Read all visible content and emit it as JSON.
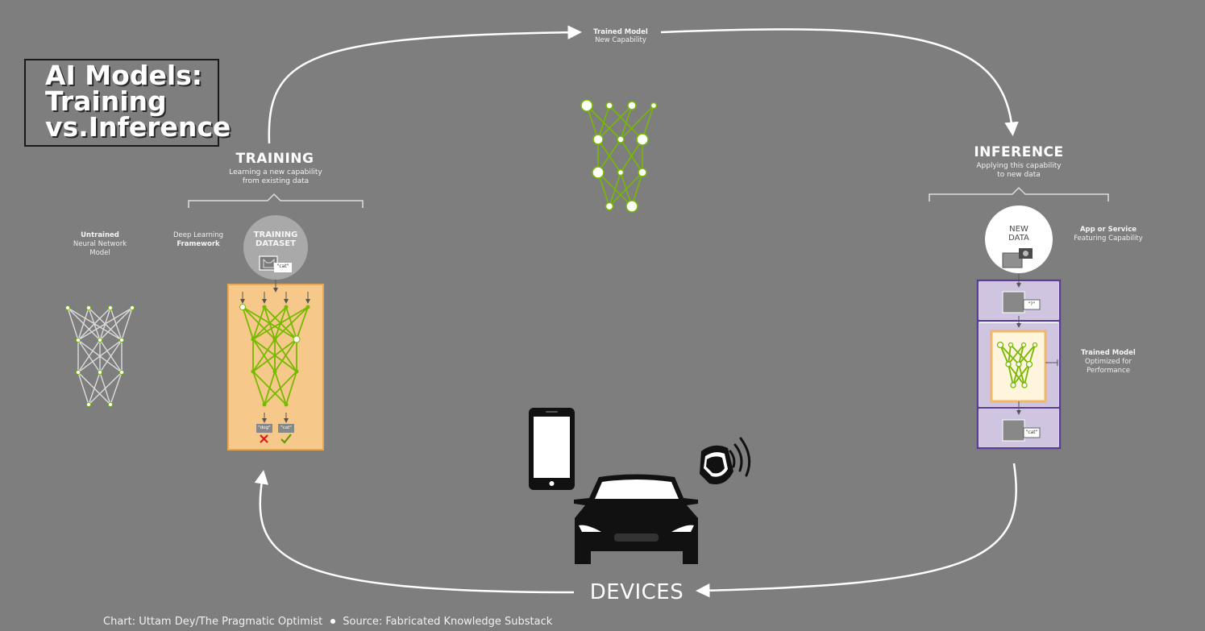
{
  "title": "AI Models:\nTraining\nvs.Inference",
  "top": {
    "title": "Trained Model",
    "subtitle": "New Capability"
  },
  "training": {
    "heading": "TRAINING",
    "subtitle": "Learning a new capability\nfrom existing data",
    "untrained_label": "Untrained",
    "untrained_sub": "Neural Network\nModel",
    "framework_label": "Deep Learning",
    "framework_bold": "Framework",
    "dataset_label": "TRAINING\nDATASET",
    "dataset_tag": "\"cat\"",
    "output_tags": [
      "\"dog\"",
      "\"cat\""
    ]
  },
  "inference": {
    "heading": "INFERENCE",
    "subtitle": "Applying this capability\nto new data",
    "new_data_label": "NEW\nDATA",
    "app_label": "App or Service",
    "app_sub": "Featuring Capability",
    "trained_label": "Trained Model",
    "trained_sub": "Optimized for\nPerformance",
    "query_tag": "\"?\"",
    "result_tag": "\"cat\""
  },
  "devices_label": "DEVICES",
  "credit": {
    "chart": "Chart: Uttam Dey/The Pragmatic Optimist",
    "source": "Source: Fabricated Knowledge Substack"
  },
  "colors": {
    "background": "#7e7e7e",
    "nvidia_green": "#76b900",
    "framework_orange": "#f6c88a",
    "inference_purple": "#5b3f96"
  }
}
